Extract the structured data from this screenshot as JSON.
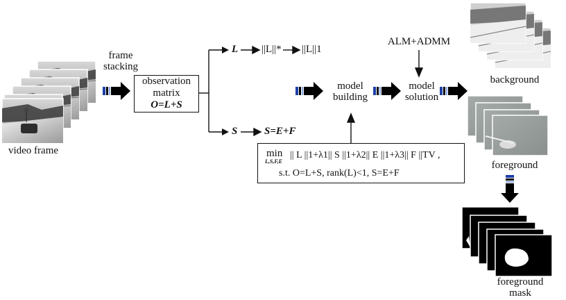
{
  "labels": {
    "video_frame": "video frame",
    "frame_stacking_1": "frame",
    "frame_stacking_2": "stacking",
    "obs_line1": "observation",
    "obs_line2": "matrix",
    "obs_line3": "O=L+S",
    "L": "L",
    "norm_star": "||L||*",
    "norm_one": "||L||1",
    "S": "S",
    "S_eq": "S=E+F",
    "model_building_1": "model",
    "model_building_2": "building",
    "model_solution_1": "model",
    "model_solution_2": "solution",
    "alm_admm": "ALM+ADMM",
    "background": "background",
    "foreground": "foreground",
    "foreground_mask_1": "foreground",
    "foreground_mask_2": "mask"
  },
  "formula": {
    "min": "min",
    "min_sub": "L,S,F,E",
    "objective": "|| L ||1+λ1|| S ||1+λ2|| E ||1+λ3|| F ||TV ,",
    "constraint": "s.t. O=L+S, rank(L)<1,  S=E+F"
  }
}
